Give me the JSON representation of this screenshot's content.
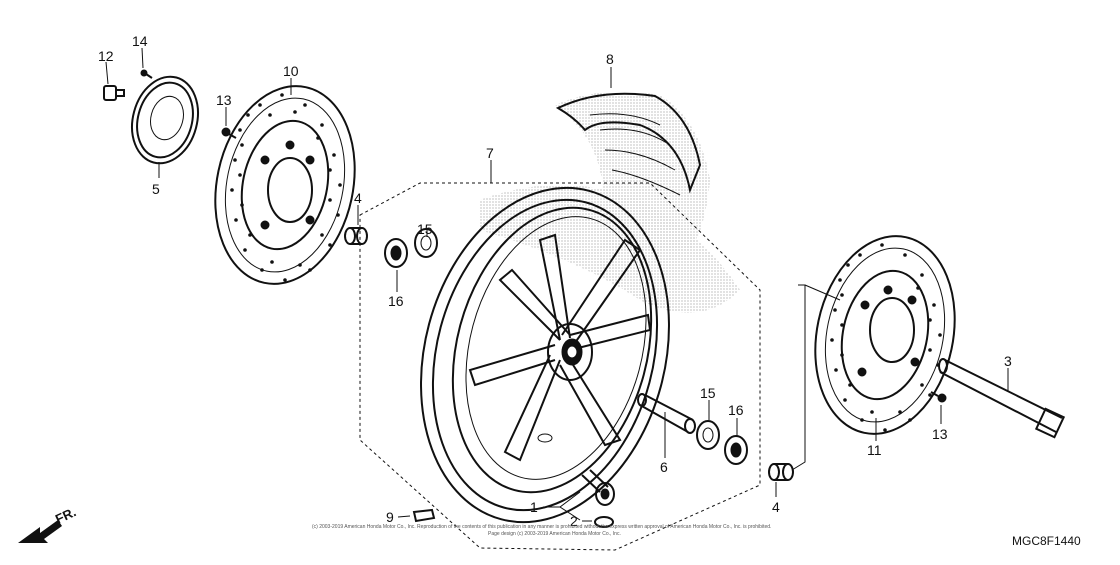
{
  "diagram_code": "MGC8F1440",
  "front_indicator": "FR.",
  "copyright_line1": "(c) 2003-2019 American Honda Motor Co., Inc. Reproduction of the contents of this publication in any manner is prohibited without the express written approval of American Honda Motor Co., Inc. is prohibited.",
  "copyright_line2": "Page design (c) 2003-2019 American Honda Motor Co., Inc.",
  "callouts": {
    "p1": "1",
    "p2": "2",
    "p3": "3",
    "p4a": "4",
    "p4b": "4",
    "p5": "5",
    "p6": "6",
    "p7": "7",
    "p8": "8",
    "p9": "9",
    "p10": "10",
    "p11": "11",
    "p12": "12",
    "p13a": "13",
    "p13b": "13",
    "p14": "14",
    "p15a": "15",
    "p15b": "15",
    "p16a": "16",
    "p16b": "16"
  },
  "colors": {
    "line": "#111111",
    "stipple": "#9a9a9a",
    "background": "#ffffff"
  }
}
